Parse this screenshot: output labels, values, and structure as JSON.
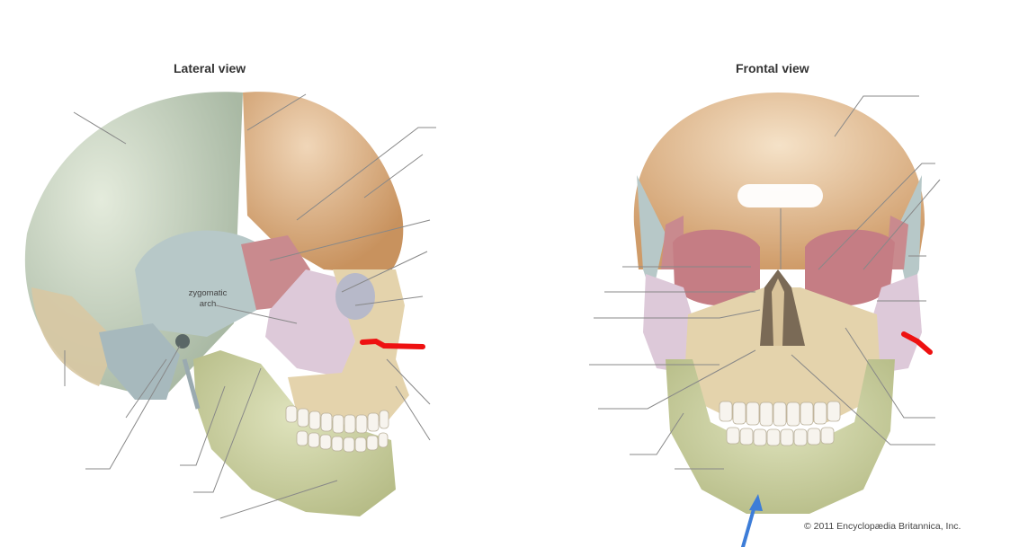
{
  "figure": {
    "lateral_view": {
      "title": "Lateral view",
      "inline_label": [
        "zygomatic",
        "arch"
      ]
    },
    "frontal_view": {
      "title": "Frontal view"
    },
    "copyright": "© 2011 Encyclopædia Britannica, Inc.",
    "annotations": {
      "red_mark_color": "#ee1111",
      "blue_arrow_color": "#3d7dd8"
    },
    "colors": {
      "parietal": "#c8d3bf",
      "frontal": "#deb892",
      "temporal": "#b8c9c9",
      "sphenoid": "#c98a8e",
      "zygomatic": "#dcc8d8",
      "maxilla": "#e6d6b0",
      "mandible": "#c9cfa0",
      "occipital": "#d9c9a8"
    }
  }
}
